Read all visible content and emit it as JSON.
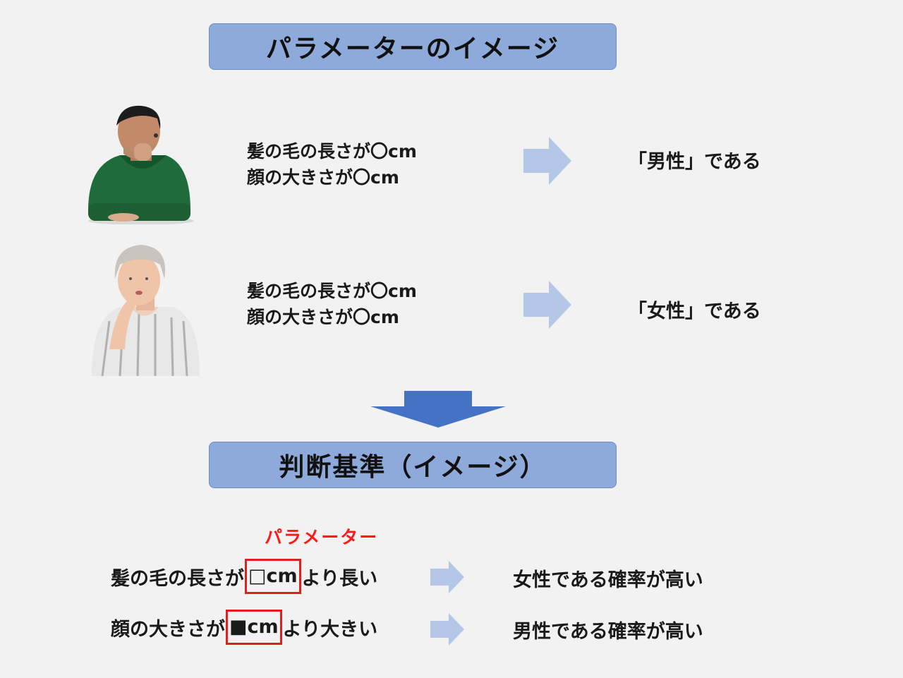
{
  "header1": {
    "title": "パラメーターのイメージ"
  },
  "examples": [
    {
      "line1": "髪の毛の長さが〇cm",
      "line2": "顔の大きさが〇cm",
      "result": "「男性」である"
    },
    {
      "line1": "髪の毛の長さが〇cm",
      "line2": "顔の大きさが〇cm",
      "result": "「女性」である"
    }
  ],
  "header2": {
    "title": "判断基準（イメージ）"
  },
  "param_label": "パラメーター",
  "rules": [
    {
      "prefix": "髪の毛の長さが",
      "boxed": "□cm",
      "suffix": "より長い",
      "result": "女性である確率が高い"
    },
    {
      "prefix": "顔の大きさが",
      "boxed": "■cm",
      "suffix": "より大きい",
      "result": "男性である確率が高い"
    }
  ],
  "colors": {
    "banner": "#8eaadb",
    "arrow_light": "#b4c7e7",
    "arrow_dark": "#4472c4",
    "highlight": "#ff1a1a"
  }
}
